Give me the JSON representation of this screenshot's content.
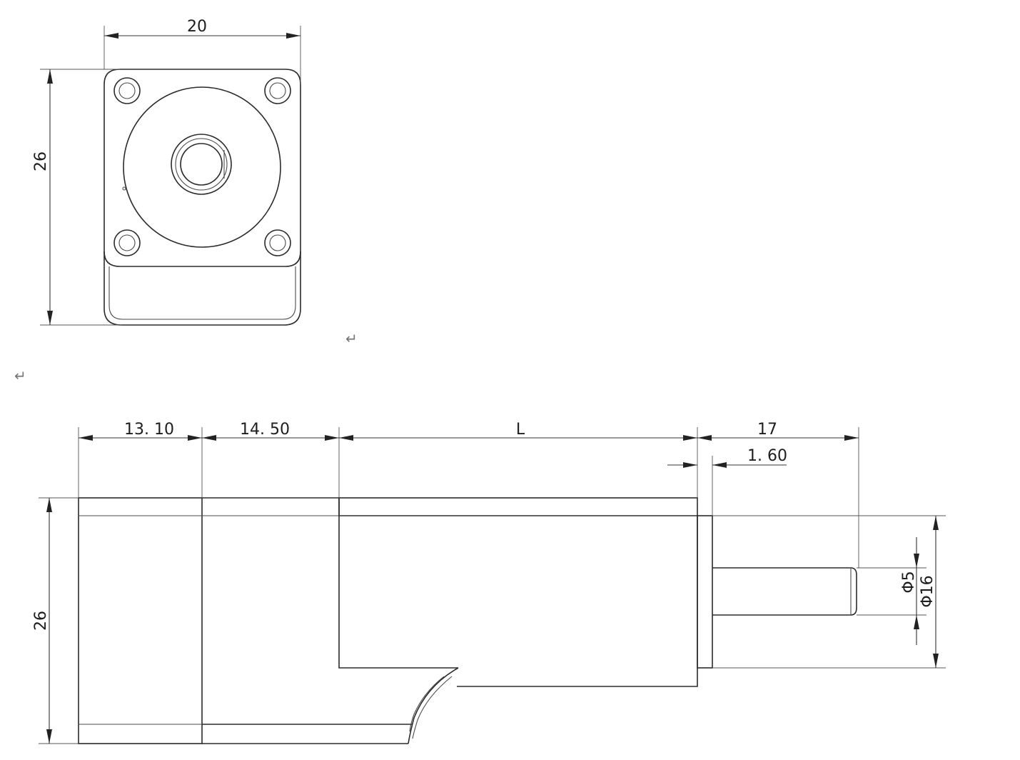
{
  "front_view": {
    "width_label": "20",
    "height_label": "26"
  },
  "side_view": {
    "dim_a_label": "13. 10",
    "dim_b_label": "14. 50",
    "dim_length_label": "L",
    "dim_shaft_label": "17",
    "dim_collar_label": "1. 60",
    "height_label": "26",
    "shaft_dia_label": "Φ5",
    "boss_dia_label": "Φ16"
  },
  "marks": {
    "return_glyph": "↵"
  }
}
